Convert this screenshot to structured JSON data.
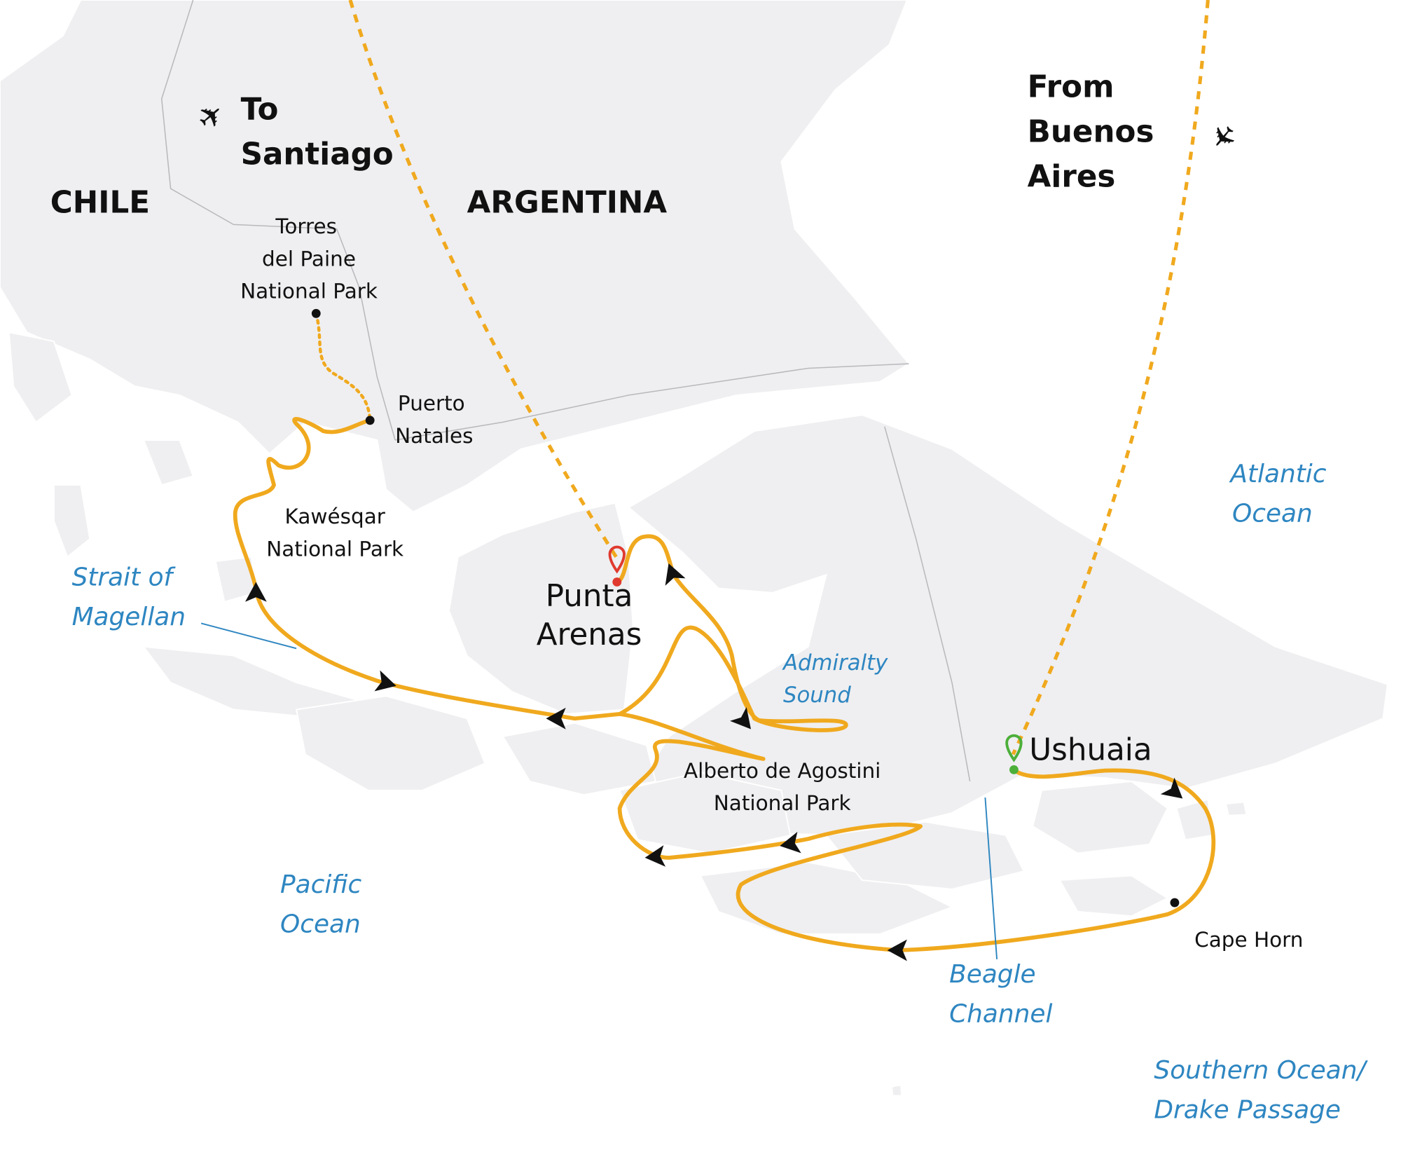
{
  "map": {
    "countries": [
      "CHILE",
      "ARGENTINA"
    ],
    "flights": {
      "to": [
        "To",
        "Santiago"
      ],
      "from": [
        "From",
        "Buenos",
        "Aires"
      ],
      "icon": "airplane-icon"
    },
    "places": {
      "torres": [
        "Torres",
        "del Paine",
        "National Park"
      ],
      "puerto_natales": [
        "Puerto",
        "Natales"
      ],
      "kawesqar": [
        "Kawésqar",
        "National Park"
      ],
      "agostini": [
        "Alberto de Agostini",
        "National Park"
      ],
      "cape_horn": "Cape Horn"
    },
    "cities": {
      "punta_arenas": [
        "Punta",
        "Arenas"
      ],
      "ushuaia": "Ushuaia"
    },
    "water": {
      "strait": [
        "Strait of",
        "Magellan"
      ],
      "admiralty": [
        "Admiralty",
        "Sound"
      ],
      "pacific": [
        "Pacific",
        "Ocean"
      ],
      "atlantic": [
        "Atlantic",
        "Ocean"
      ],
      "beagle": [
        "Beagle",
        "Channel"
      ],
      "southern": [
        "Southern Ocean/",
        "Drake Passage"
      ]
    },
    "colors": {
      "route": "#f0a91e",
      "land": "#efeff1",
      "water_label": "#2e86c1",
      "start_pin": "#e03a2f",
      "end_pin": "#4caf3a"
    }
  }
}
